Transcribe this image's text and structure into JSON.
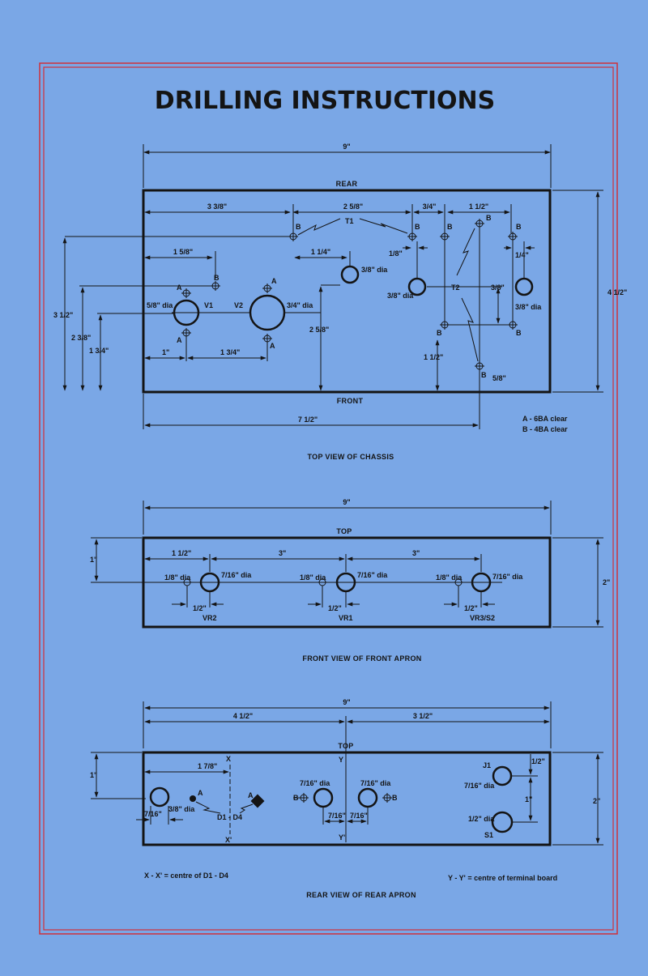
{
  "title": "DRILLING INSTRUCTIONS",
  "colors": {
    "paper": "#7aa7e6",
    "frame": "#d0303a",
    "ink": "#141414"
  },
  "top_view": {
    "caption": "TOP VIEW OF CHASSIS",
    "rear_label": "REAR",
    "front_label": "FRONT",
    "dims": {
      "overall_width": "9\"",
      "overall_depth": "4 1/2\"",
      "d_3_3_8": "3 3/8\"",
      "d_2_5_8": "2 5/8\"",
      "d_3_4": "3/4\"",
      "d_1_1_2": "1 1/2\"",
      "d_1_5_8": "1 5/8\"",
      "d_1_1_4": "1 1/4\"",
      "d_1_8": "1/8\"",
      "d_1_4": "1/4\"",
      "d_3_1_2": "3 1/2\"",
      "d_2_3_8": "2 3/8\"",
      "d_1_3_4_left": "1 3/4\"",
      "d_1": "1\"",
      "d_1_3_4": "1 3/4\"",
      "d_2_5_8_v": "2 5/8\"",
      "d_1_1_2_v": "1 1/2\"",
      "d_3_8_v": "3/8\"",
      "d_5_8": "5/8\"",
      "d_7_1_2": "7 1/2\""
    },
    "holes": {
      "v1_dia": "5/8\" dia",
      "v2_dia": "3/4\" dia",
      "d3_8_a": "3/8\" dia",
      "d3_8_b": "3/8\" dia",
      "d3_8_c": "3/8\" dia"
    },
    "labels": {
      "v1": "V1",
      "v2": "V2",
      "t1": "T1",
      "t2": "T2",
      "a": "A",
      "b": "B"
    },
    "legend": [
      "A - 6BA clear",
      "B - 4BA clear"
    ]
  },
  "front_apron": {
    "caption": "FRONT VIEW OF FRONT APRON",
    "top_label": "TOP",
    "dims": {
      "overall_width": "9\"",
      "height": "2\"",
      "left_off": "1\"",
      "first": "1 1/2\"",
      "pitch_a": "3\"",
      "pitch_b": "3\"",
      "half": "1/2\""
    },
    "small_dia": "1/8\" dia",
    "large_dia": "7/16\" dia",
    "controls": [
      "VR2",
      "VR1",
      "VR3/S2"
    ]
  },
  "rear_apron": {
    "caption": "REAR VIEW OF REAR APRON",
    "top_label": "TOP",
    "dims": {
      "overall_width": "9\"",
      "left_4_1_2": "4 1/2\"",
      "right_3_1_2": "3 1/2\"",
      "height": "2\"",
      "left_off": "1\"",
      "d_1_7_8": "1 7/8\"",
      "d_7_16": "7/16\"",
      "d_7_16_b": "7/16\"",
      "d_7_16_c": "7/16\"",
      "d_1_2": "1/2\"",
      "d_1": "1\""
    },
    "holes": {
      "d3_8": "3/8\" dia",
      "d7_16_a": "7/16\" dia",
      "d7_16_b": "7/16\" dia",
      "d7_16_c": "7/16\" dia",
      "d1_2": "1/2\" dia"
    },
    "labels": {
      "x": "X",
      "x_prime": "X'",
      "y": "Y",
      "y_prime": "Y'",
      "a": "A",
      "b": "B",
      "d1_d4": "D1 - D4",
      "j1": "J1",
      "s1": "S1"
    },
    "notes": [
      "X - X' = centre of D1 - D4",
      "Y - Y' = centre of terminal board"
    ]
  }
}
